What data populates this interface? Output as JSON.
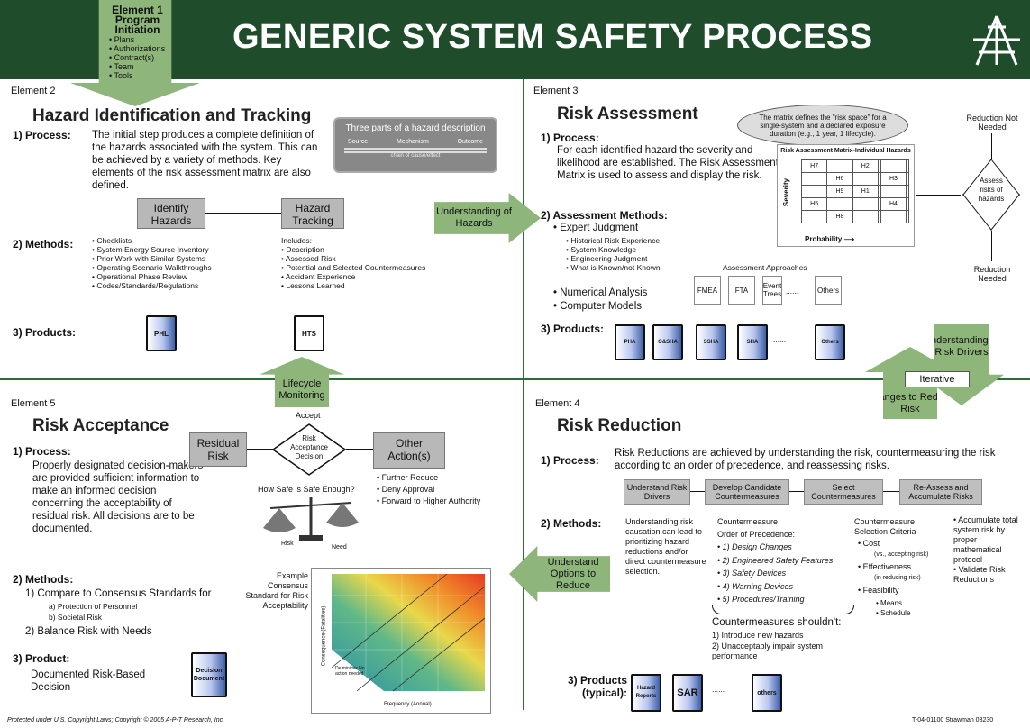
{
  "title": "GENERIC SYSTEM SAFETY PROCESS",
  "element1": {
    "label": "Element 1",
    "name": "Program Initiation",
    "items": [
      "Plans",
      "Authorizations",
      "Contract(s)",
      "Team",
      "Tools"
    ]
  },
  "element2": {
    "label": "Element 2",
    "heading": "Hazard Identification and Tracking",
    "process_label": "1) Process:",
    "process_text": "The initial step produces a complete definition of the hazards associated with the system. This can be achieved by a variety of methods. Key elements of the risk assessment matrix are also defined.",
    "hazard_desc": {
      "title": "Three parts of a hazard description",
      "source": "Source",
      "mechanism": "Mechanism",
      "outcome": "Outcome",
      "chain": "chain of cause/effect"
    },
    "box_identify": "Identify Hazards",
    "box_tracking": "Hazard Tracking",
    "methods_label": "2)  Methods:",
    "methods": [
      "Checklists",
      "System Energy Source Inventory",
      "Prior Work with Similar Systems",
      "Operating Scenario Walkthroughs",
      "Operational Phase Review",
      "Codes/Standards/Regulations"
    ],
    "includes_label": "Includes:",
    "includes": [
      "Description",
      "Assessed Risk",
      "Potential and Selected Countermeasures",
      "Accident Experience",
      "Lessons Learned"
    ],
    "products_label": "3)  Products:",
    "product1": "PHL",
    "product2": "HTS"
  },
  "element3": {
    "label": "Element 3",
    "heading": "Risk Assessment",
    "cloud": "The matrix defines the \"risk space\" for a single-system and a declared exposure duration (e.g., 1 year, 1 lifecycle).",
    "process_label": "1) Process:",
    "process_text": "For each identified hazard the severity and likelihood are established. The Risk Assessment Matrix is used to assess and display the risk.",
    "matrix_title": "Risk Assessment Matrix-Individual Hazards",
    "severity": "Severity",
    "probability": "Probability",
    "matrix_rows": [
      [
        "H7",
        "",
        "H2",
        "",
        "",
        ""
      ],
      [
        "",
        "H6",
        "",
        "",
        "H3",
        ""
      ],
      [
        "",
        "H9",
        "H1",
        "",
        "",
        ""
      ],
      [
        "H5",
        "",
        "",
        "",
        "H4",
        ""
      ],
      [
        "",
        "H8",
        "",
        "",
        "",
        ""
      ]
    ],
    "reduction_not_needed": "Reduction Not Needed",
    "assess": "Assess risks of hazards",
    "reduction_needed": "Reduction Needed",
    "methods_label": "2) Assessment Methods:",
    "expert": "Expert Judgment",
    "expert_items": [
      "Historical Risk Experience",
      "System Knowledge",
      "Engineering Judgment",
      "What is Known/not Known"
    ],
    "numerical": "Numerical Analysis",
    "computer": "Computer Models",
    "approaches_label": "Assessment Approaches",
    "approaches": [
      "FMEA",
      "FTA",
      "Event Trees",
      "......",
      "Others"
    ],
    "products_label": "3) Products:",
    "products": [
      "PHA",
      "O&SHA",
      "SSHA",
      "SHA",
      "Others"
    ],
    "dots": "......"
  },
  "arrows": {
    "understanding_hazards": "Understanding of Hazards",
    "lifecycle": "Lifecycle Monitoring",
    "understanding_drivers": "Understanding of Risk Drivers",
    "iterative": "Iterative",
    "changes": "Changes to Reduce Risk",
    "understand_options": "Understand Options to Reduce"
  },
  "element5": {
    "label": "Element 5",
    "heading": "Risk Acceptance",
    "process_label": "1) Process:",
    "process_text": "Properly designated decision-makers are provided sufficient information to make an informed decision concerning the acceptability of residual risk. All decisions are to be documented.",
    "residual": "Residual Risk",
    "decision": "Risk Acceptance Decision",
    "accept": "Accept",
    "other": "Other Action(s)",
    "other_items": [
      "Further Reduce",
      "Deny Approval",
      "Forward to Higher Authority"
    ],
    "how_safe": "How Safe is Safe Enough?",
    "scale_risk": "Risk",
    "scale_need": "Need",
    "methods_label": "2) Methods:",
    "m1": "1)  Compare to Consensus Standards for",
    "m1a": "a)  Protection of Personnel",
    "m1b": "b)  Societal Risk",
    "m2": "2)  Balance Risk with Needs",
    "product_label": "3) Product:",
    "product_text": "Documented Risk-Based Decision",
    "product_doc": "Decision Document",
    "example": "Example Consensus Standard for Risk Acceptability",
    "ylabel": "Consequence (Fatalities)",
    "xlabel": "Frequency (Annual)",
    "de_minimis": "De minimis No action needed"
  },
  "element4": {
    "label": "Element 4",
    "heading": "Risk Reduction",
    "process_label": "1) Process:",
    "process_text": "Risk Reductions are achieved by understanding the risk, countermeasuring the risk according to an order of precedence, and reassessing risks.",
    "steps": [
      "Understand Risk Drivers",
      "Develop Candidate Countermeasures",
      "Select Countermeasures",
      "Re-Assess and Accumulate Risks"
    ],
    "methods_label": "2) Methods:",
    "col1": "Understanding risk causation can lead to prioritizing hazard reductions and/or direct countermeasure selection.",
    "col2_title": "Countermeasure",
    "col2_sub": "Order of Precedence:",
    "precedence": [
      "1) Design Changes",
      "2) Engineered Safety Features",
      "3) Safety Devices",
      "4) Warning Devices",
      "5) Procedures/Training"
    ],
    "shouldnt": "Countermeasures shouldn't:",
    "shouldnt_items": [
      "1)   Introduce new hazards",
      "2)   Unacceptably impair system performance"
    ],
    "col3_title": "Countermeasure Selection Criteria",
    "cost": "Cost",
    "cost_note": "(vs., accepting risk)",
    "effectiveness": "Effectiveness",
    "eff_note": "(in reducing risk)",
    "feasibility": "Feasibility",
    "feas_items": [
      "Means",
      "Schedule"
    ],
    "col4": [
      "Accumulate total system risk by proper mathematical protocol",
      "Validate Risk Reductions"
    ],
    "products_label": "3) Products (typical):",
    "products": [
      "Hazard Reports",
      "SAR",
      "......",
      "others"
    ]
  },
  "footer_left": "Protected under U.S. Copyright Laws; Copyright © 2005 A-P-T Research, Inc.",
  "footer_right": "T-04-01100 Strawman 03230"
}
